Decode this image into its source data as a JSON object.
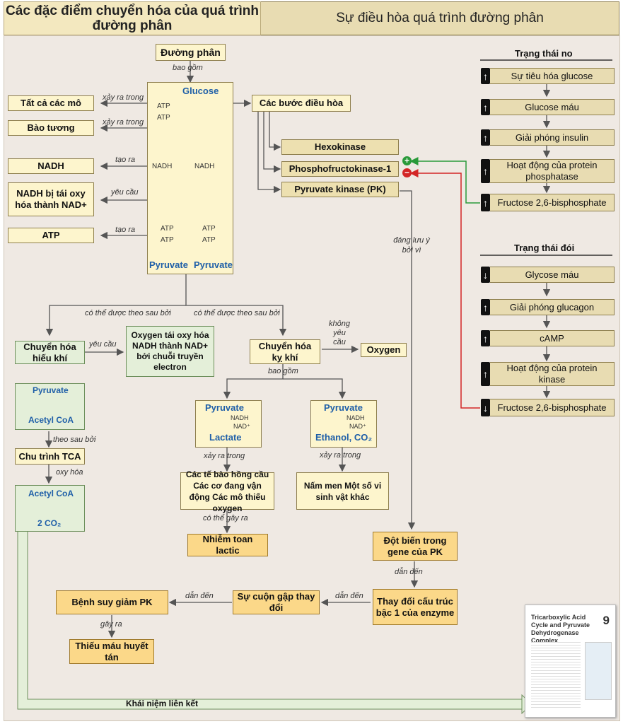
{
  "header": {
    "left_title": "Các đặc điểm chuyển hóa của quá trình đường phân",
    "right_title": "Sự điều hòa quá trình đường phân"
  },
  "glycolysis": {
    "title": "Đường phân",
    "includes_label": "bao gồm",
    "glucose": "Glucose",
    "atp": "ATP",
    "nadh": "NADH",
    "pyruvate": "Pyruvate"
  },
  "features": [
    {
      "text": "Tất cả các mô",
      "label": "xảy ra trong"
    },
    {
      "text": "Bào tương",
      "label": "xảy ra trong"
    },
    {
      "text": "NADH",
      "label": "tạo ra"
    },
    {
      "text": "NADH bị tái oxy hóa thành NAD+",
      "label": "yêu cầu"
    },
    {
      "text": "ATP",
      "label": "tạo ra"
    }
  ],
  "regulation": {
    "title": "Các bước điều hòa",
    "hexokinase": "Hexokinase",
    "pfk": "Phosphofructokinase-1",
    "pk": "Pyruvate kinase (PK)",
    "plus": "+",
    "minus": "−",
    "note_label": "đáng lưu ý bởi vì"
  },
  "fed_state": {
    "title": "Trạng thái no",
    "items": [
      {
        "dir": "up",
        "text": "Sự tiêu hóa glucose"
      },
      {
        "dir": "up",
        "text": "Glucose máu"
      },
      {
        "dir": "up",
        "text": "Giải phóng insulin"
      },
      {
        "dir": "up",
        "text": "Hoạt động của protein phosphatase"
      },
      {
        "dir": "up",
        "text": "Fructose 2,6-bisphosphate"
      }
    ]
  },
  "fasting_state": {
    "title": "Trạng thái đói",
    "items": [
      {
        "dir": "down",
        "text": "Glycose máu"
      },
      {
        "dir": "up",
        "text": "Giải phóng glucagon"
      },
      {
        "dir": "up",
        "text": "cAMP"
      },
      {
        "dir": "up",
        "text": "Hoạt động của protein kinase"
      },
      {
        "dir": "down",
        "text": "Fructose 2,6-bisphosphate"
      }
    ]
  },
  "followed_by_label": "có thể được theo sau bởi",
  "aerobic": {
    "title": "Chuyển hóa hiếu khí",
    "requires_label": "yêu cầu",
    "oxygen_box": "Oxygen tái oxy hóa NADH thành NAD+ bởi chuỗi truyền electron",
    "pyruvate": "Pyruvate",
    "acetyl_coa": "Acetyl CoA",
    "then_label": "theo sau bởi",
    "tca": "Chu trình TCA",
    "oxidizes_label": "oxy hóa",
    "acetyl_coa2": "Acetyl CoA",
    "co2": "2 CO₂"
  },
  "anaerobic": {
    "title": "Chuyển hóa kỵ khí",
    "no_req_label": "không yêu cầu",
    "oxygen": "Oxygen",
    "includes_label": "bao gồm",
    "pyruvate": "Pyruvate",
    "nadh": "NADH",
    "nad": "NAD⁺",
    "lactate": "Lactate",
    "ethanol": "Ethanol, CO₂",
    "occurs_label": "xảy ra trong",
    "lactate_sites": "Các tế bào hồng cầu Các cơ đang vận động Các mô thiếu oxygen",
    "ethanol_sites": "Nấm men Một số vi sinh vật khác",
    "may_cause_label": "có thể gây ra",
    "acidosis": "Nhiễm toan lactic"
  },
  "pk_chain": {
    "mutation": "Đột biến trong gene của PK",
    "leads_to1": "dẫn đến",
    "primary_change": "Thay đổi cấu trúc bậc 1 của enzyme",
    "leads_to2": "dẫn đến",
    "folding": "Sự cuộn gập thay đổi",
    "leads_to3": "dẫn đến",
    "deficiency": "Bệnh suy giảm PK",
    "causes_label": "gây ra",
    "anemia": "Thiếu máu huyết tán"
  },
  "footer": {
    "link_concept": "Khái niệm liên kết"
  },
  "book": {
    "title": "Tricarboxylic Acid Cycle and Pyruvate Dehydrogenase Complex",
    "number": "9"
  },
  "colors": {
    "plus": "#2a9a3a",
    "minus": "#d32626",
    "blue_text": "#1f5fa8"
  }
}
